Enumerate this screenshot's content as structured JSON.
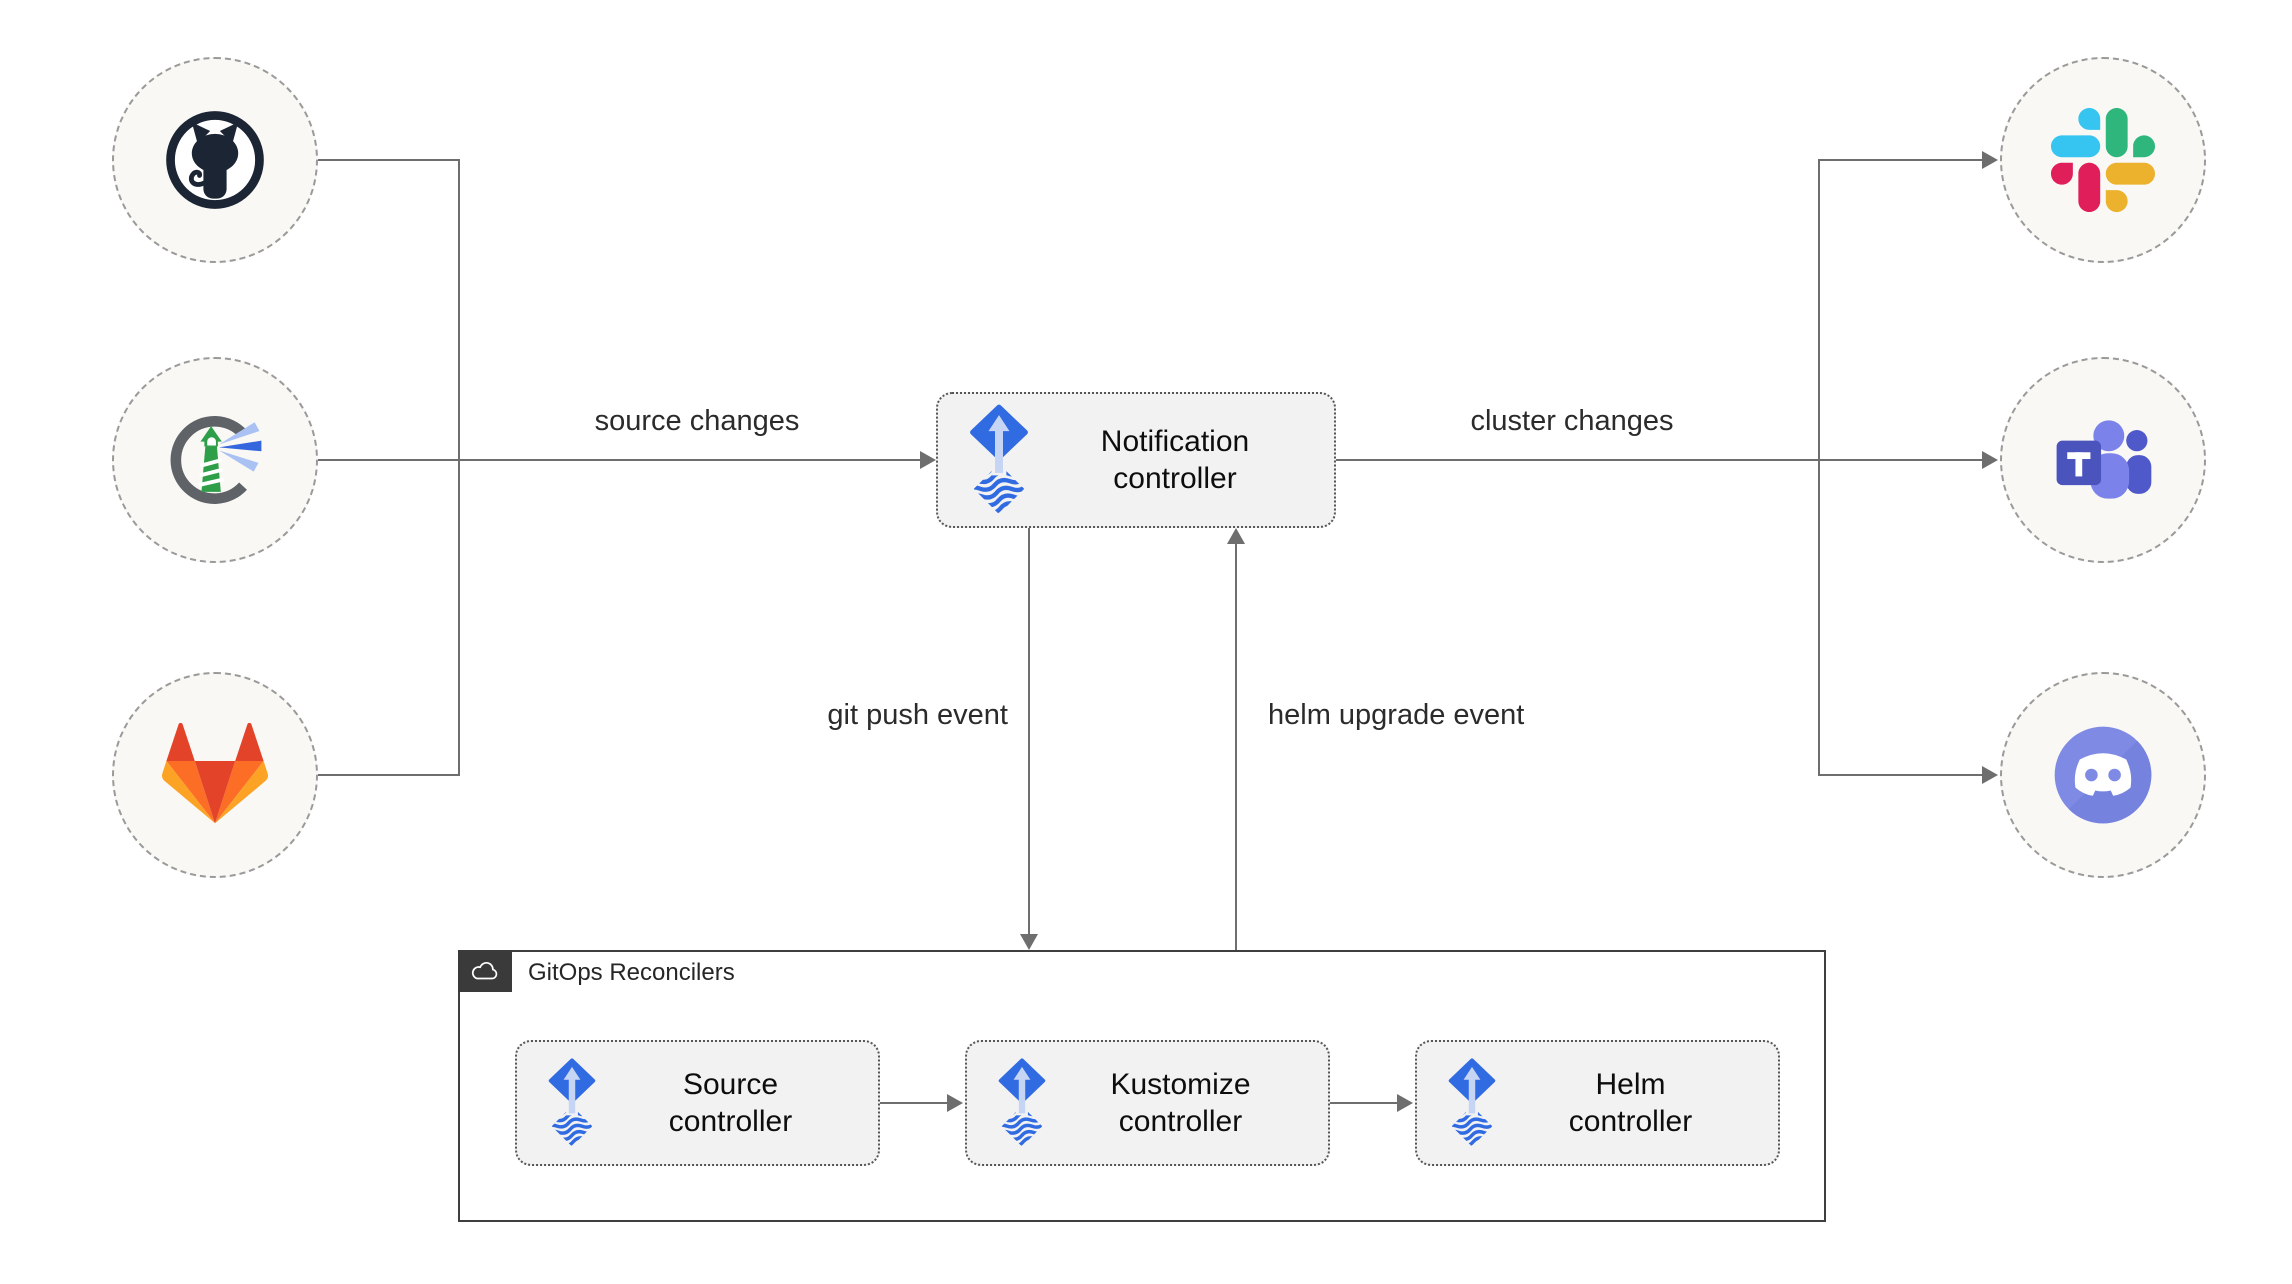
{
  "diagram": {
    "sources": [
      {
        "icon": "github-icon"
      },
      {
        "icon": "harbor-icon"
      },
      {
        "icon": "gitlab-icon"
      }
    ],
    "targets": [
      {
        "icon": "slack-icon"
      },
      {
        "icon": "microsoft-teams-icon"
      },
      {
        "icon": "discord-icon"
      }
    ],
    "notification": {
      "label": "Notification controller",
      "icon": "flux-icon"
    },
    "edges": {
      "source_changes": "source changes",
      "cluster_changes": "cluster changes",
      "git_push": "git push event",
      "helm_upgrade": "helm upgrade event"
    },
    "reconcilers": {
      "title": "GitOps Reconcilers",
      "badge_icon": "cloud-icon",
      "controllers": [
        {
          "label": "Source controller",
          "icon": "flux-icon"
        },
        {
          "label": "Kustomize controller",
          "icon": "flux-icon"
        },
        {
          "label": "Helm controller",
          "icon": "flux-icon"
        }
      ]
    },
    "colors": {
      "line": "#6e6e6e",
      "node_background": "#f9f8f5",
      "node_border": "#9a9a9a",
      "box_background": "#f2f2f2",
      "box_border": "#565656",
      "container_border": "#3f3f3f",
      "flux_blue": "#316be2",
      "flux_arrow": "#c7d5f4",
      "github_dark": "#1b2534",
      "gitlab_red": "#e24329",
      "gitlab_orange": "#fc6d26",
      "gitlab_yellow": "#fca326",
      "slack_blue": "#36c5f0",
      "slack_green": "#2eb67d",
      "slack_red": "#e01e5a",
      "slack_yellow": "#ecb22e",
      "teams_purple": "#4b53bc",
      "discord_blurple": "#7e8ae4",
      "harbor_green": "#2f9e49"
    }
  }
}
